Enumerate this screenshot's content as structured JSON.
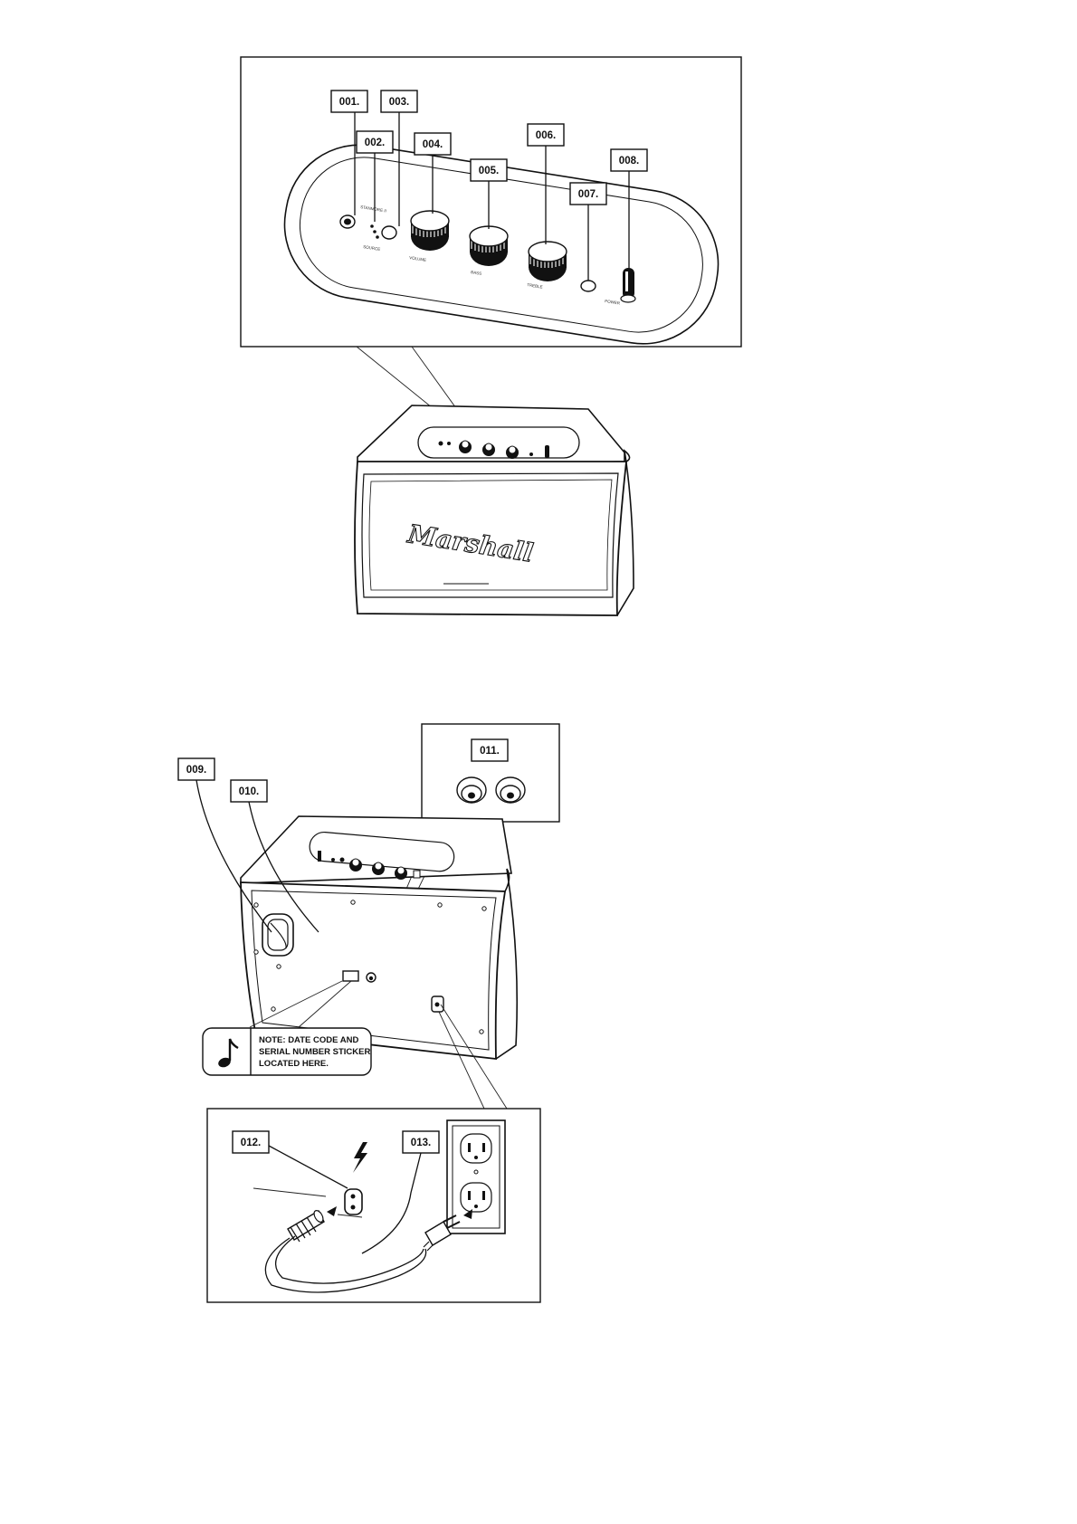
{
  "callouts": {
    "c001": "001.",
    "c002": "002.",
    "c003": "003.",
    "c004": "004.",
    "c005": "005.",
    "c006": "006.",
    "c007": "007.",
    "c008": "008.",
    "c009": "009.",
    "c010": "010.",
    "c011": "011.",
    "c012": "012.",
    "c013": "013."
  },
  "panel_text": {
    "model": "STANMORE II",
    "volume": "VOLUME",
    "bass": "BASS",
    "treble": "TREBLE",
    "source": "SOURCE",
    "power": "POWER"
  },
  "brand": "Marshall",
  "note": {
    "line1": "NOTE: DATE CODE AND",
    "line2": "SERIAL NUMBER STICKER",
    "line3": "LOCATED HERE."
  },
  "icons": {
    "note": "music-note-icon",
    "bolt": "lightning-bolt-icon",
    "arrow": "arrow-icon"
  }
}
